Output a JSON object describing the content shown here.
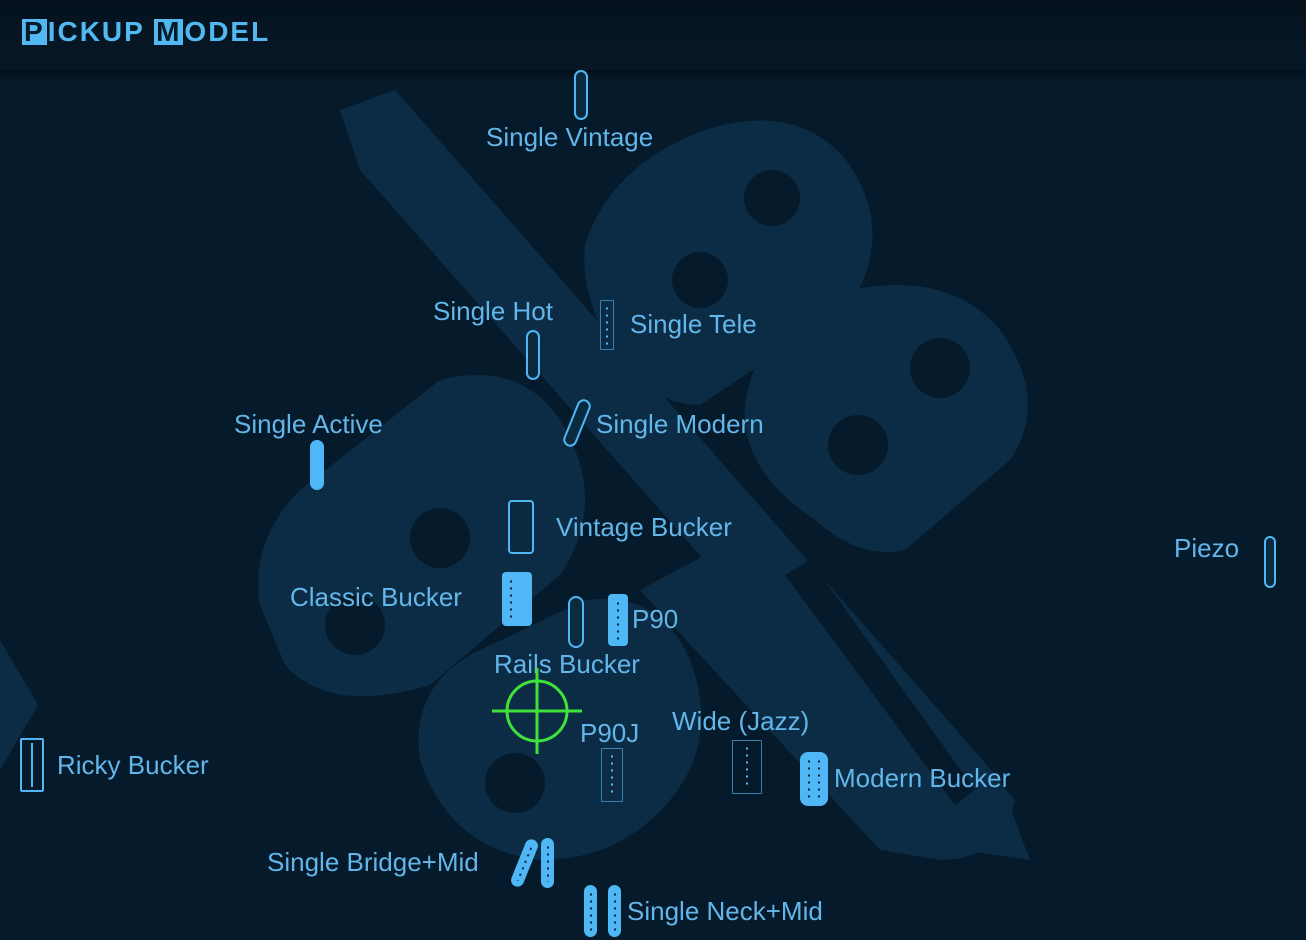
{
  "header": {
    "title_cap1": "P",
    "title_rest1": "ICKUP",
    "title_cap2": "M",
    "title_rest2": "ODEL"
  },
  "colors": {
    "accent": "#52b8f2",
    "label": "#63b6ea",
    "background": "#051a2a",
    "crosshair": "#3fe23a"
  },
  "pickups": [
    {
      "id": "single-vintage",
      "label": "Single Vintage",
      "icon": "single-coil-icon"
    },
    {
      "id": "single-hot",
      "label": "Single Hot",
      "icon": "single-coil-icon"
    },
    {
      "id": "single-tele",
      "label": "Single Tele",
      "icon": "single-coil-icon"
    },
    {
      "id": "single-active",
      "label": "Single Active",
      "icon": "single-coil-icon"
    },
    {
      "id": "single-modern",
      "label": "Single Modern",
      "icon": "slanted-single-coil-icon"
    },
    {
      "id": "vintage-bucker",
      "label": "Vintage Bucker",
      "icon": "humbucker-icon"
    },
    {
      "id": "classic-bucker",
      "label": "Classic Bucker",
      "icon": "humbucker-icon"
    },
    {
      "id": "p90",
      "label": "P90",
      "icon": "p90-icon"
    },
    {
      "id": "rails-bucker",
      "label": "Rails Bucker",
      "icon": "rails-humbucker-icon"
    },
    {
      "id": "piezo",
      "label": "Piezo",
      "icon": "piezo-icon"
    },
    {
      "id": "ricky-bucker",
      "label": "Ricky Bucker",
      "icon": "ricky-humbucker-icon"
    },
    {
      "id": "p90j",
      "label": "P90J",
      "icon": "p90-icon"
    },
    {
      "id": "wide-jazz",
      "label": "Wide (Jazz)",
      "icon": "wide-pickup-icon"
    },
    {
      "id": "modern-bucker",
      "label": "Modern Bucker",
      "icon": "humbucker-icon"
    },
    {
      "id": "single-bridge-mid",
      "label": "Single Bridge+Mid",
      "icon": "dual-single-coil-icon"
    },
    {
      "id": "single-neck-mid",
      "label": "Single Neck+Mid",
      "icon": "dual-single-coil-icon"
    }
  ],
  "selector": {
    "icon": "crosshair-icon"
  },
  "background_art": {
    "icon": "screwdriver-wrench-icon"
  }
}
